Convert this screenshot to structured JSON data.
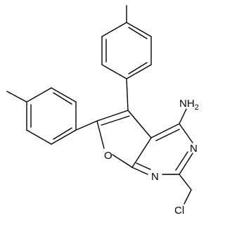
{
  "molecule": {
    "atoms": {
      "amine": "NH2",
      "amine_main": "NH",
      "amine_sub": "2",
      "ring_n_upper": "N",
      "ring_n_lower": "N",
      "ring_o": "O",
      "chlorine": "Cl"
    }
  }
}
